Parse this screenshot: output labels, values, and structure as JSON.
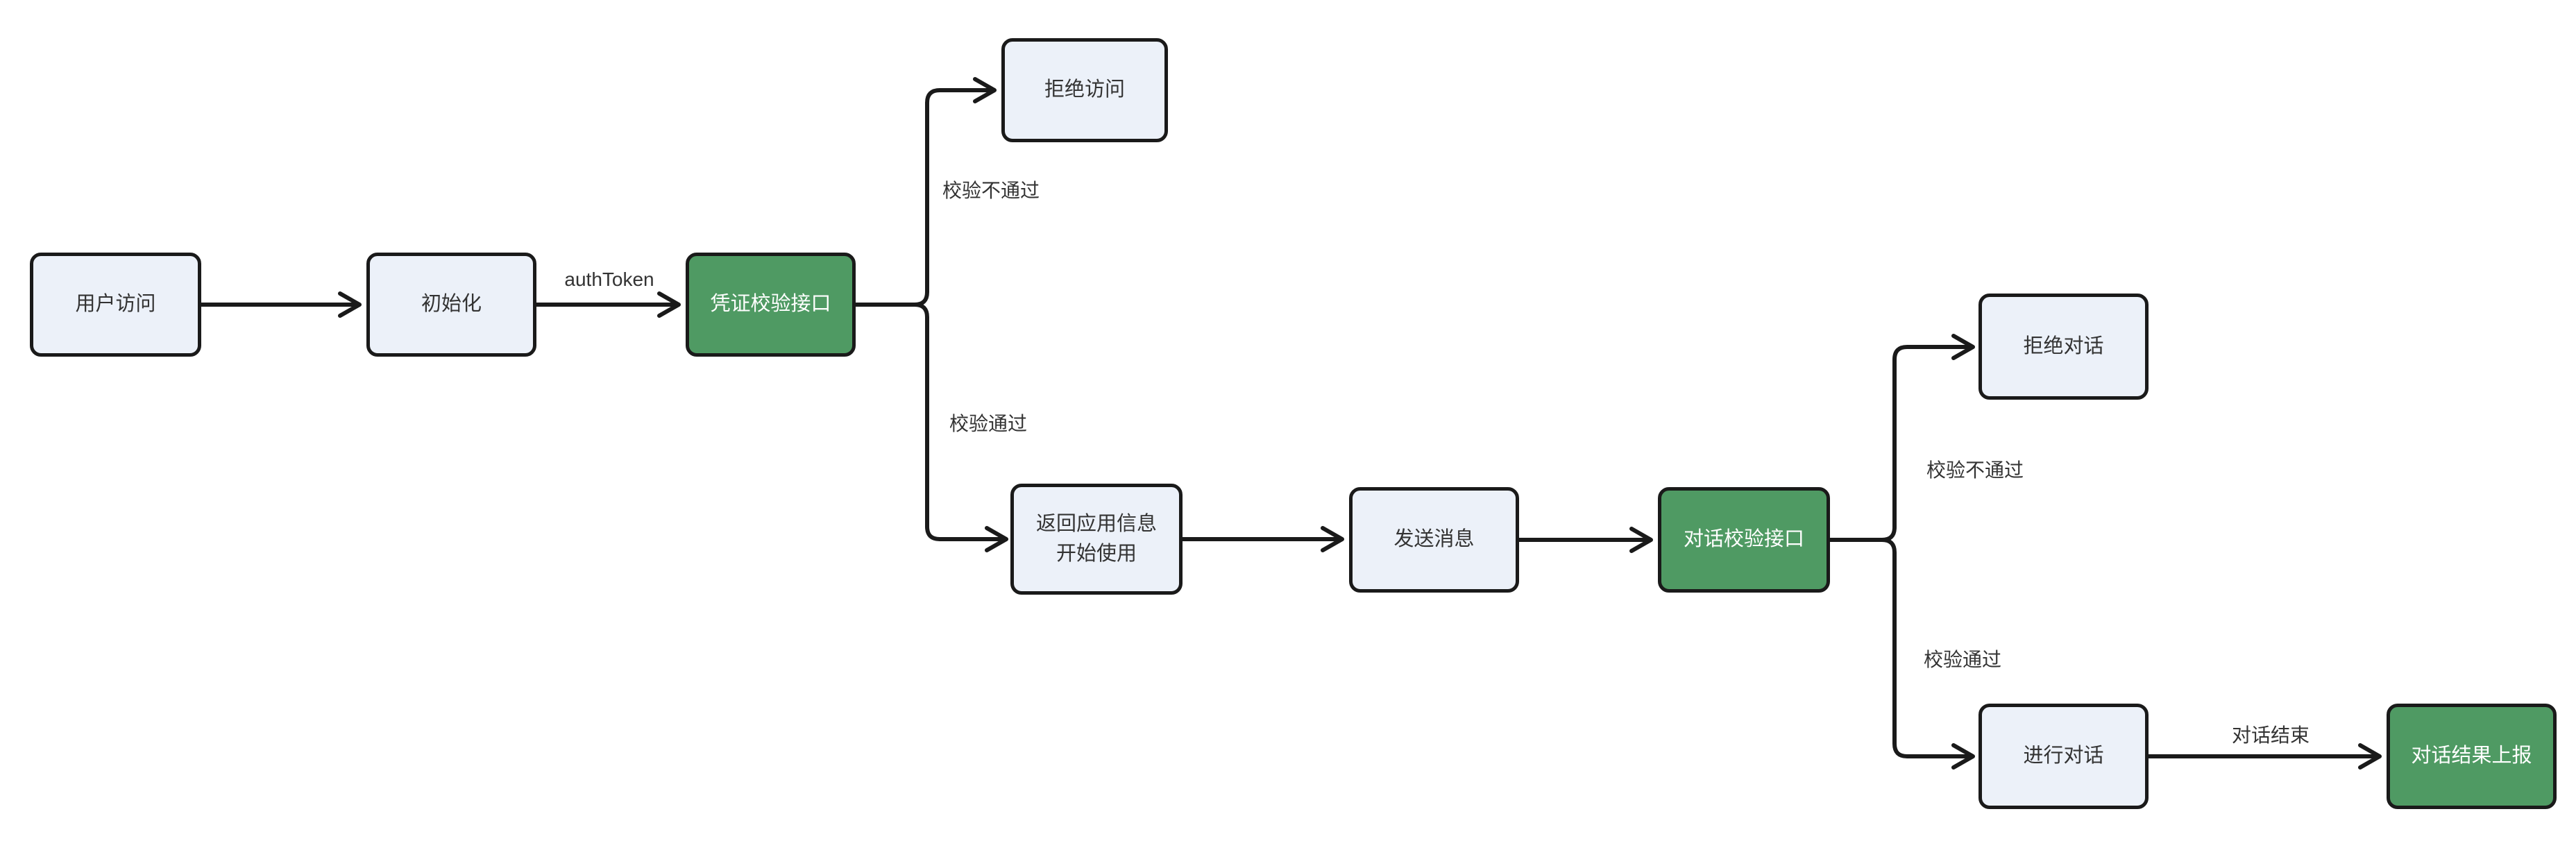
{
  "diagram": {
    "type": "flowchart",
    "background": "#ffffff",
    "colors": {
      "node_fill": "#ecf1f9",
      "node_border": "#1a1a1a",
      "accent_fill": "#4f9a63",
      "accent_text": "#ffffff",
      "node_text": "#333333",
      "edge_stroke": "#1a1a1a",
      "edge_label_text": "#333333"
    },
    "nodes": {
      "user_access": {
        "label": "用户访问"
      },
      "init": {
        "label": "初始化"
      },
      "credential_check": {
        "label": "凭证校验接口"
      },
      "deny_access": {
        "label": "拒绝访问"
      },
      "return_app_info": {
        "label": "返回应用信息\n开始使用"
      },
      "send_message": {
        "label": "发送消息"
      },
      "dialog_check": {
        "label": "对话校验接口"
      },
      "deny_dialog": {
        "label": "拒绝对话"
      },
      "do_dialog": {
        "label": "进行对话"
      },
      "report_result": {
        "label": "对话结果上报"
      }
    },
    "edge_labels": {
      "auth_token": "authToken",
      "credential_fail": "校验不通过",
      "credential_pass": "校验通过",
      "dialog_fail": "校验不通过",
      "dialog_pass": "校验通过",
      "dialog_end": "对话结束"
    }
  }
}
